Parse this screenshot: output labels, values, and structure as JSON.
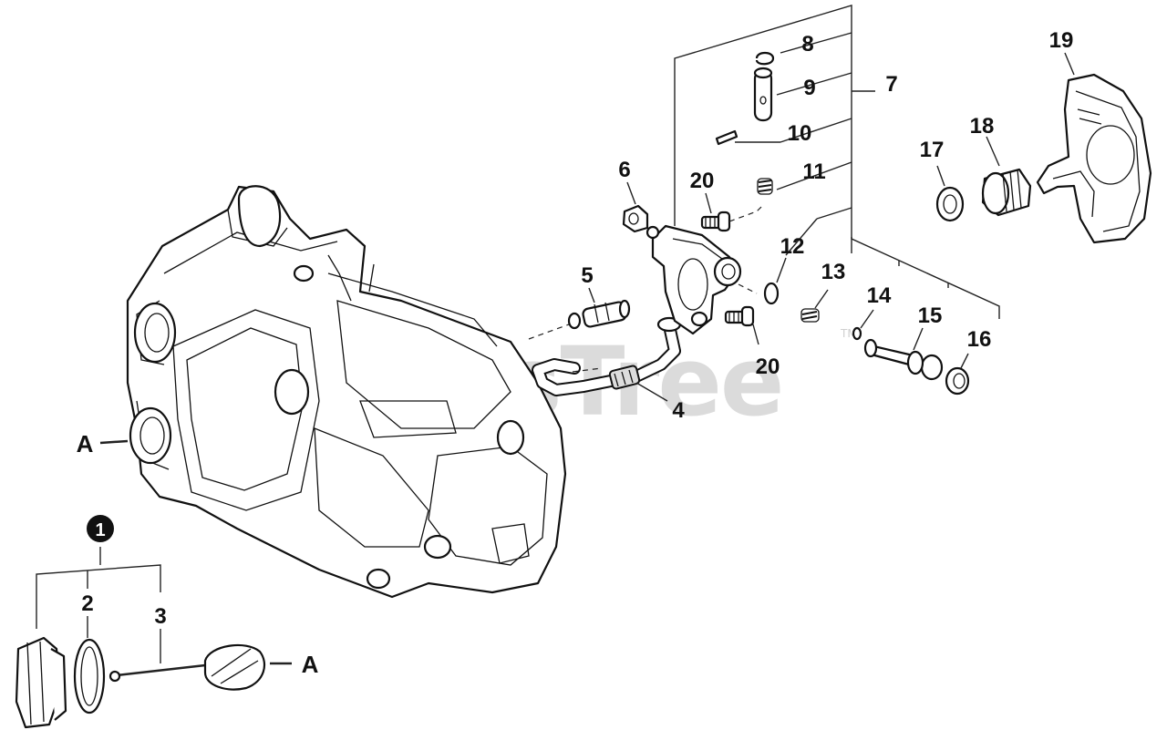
{
  "watermark": {
    "text": "PartsTree",
    "trademark": "TM"
  },
  "callouts": {
    "c1": "1",
    "c2": "2",
    "c3": "3",
    "c4": "4",
    "c5": "5",
    "c6": "6",
    "c7": "7",
    "c8": "8",
    "c9": "9",
    "c10": "10",
    "c11": "11",
    "c12": "12",
    "c13": "13",
    "c14": "14",
    "c15": "15",
    "c16": "16",
    "c17": "17",
    "c18": "18",
    "c19": "19",
    "c20a": "20",
    "c20b": "20",
    "refA1": "A",
    "refA2": "A"
  }
}
